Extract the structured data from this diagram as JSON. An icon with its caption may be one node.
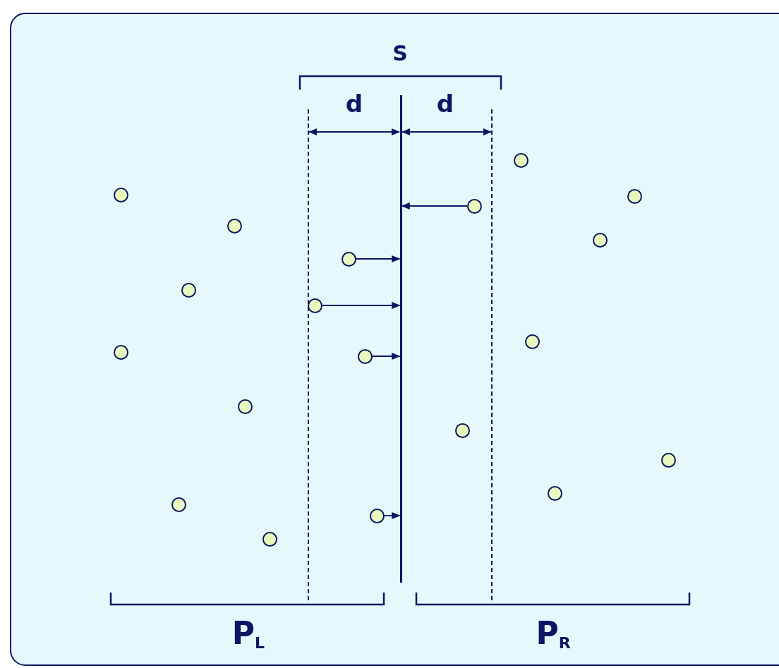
{
  "diagram": {
    "nodes": [
      {
        "text": [],
        "shape": "circle"
      },
      {
        "text": [],
        "shape": "circle"
      },
      {
        "text": [],
        "shape": "circle"
      },
      {
        "text": [],
        "shape": "circle"
      },
      {
        "text": [],
        "shape": "circle"
      },
      {
        "text": [],
        "shape": "circle"
      },
      {
        "text": [],
        "shape": "circle"
      },
      {
        "text": [],
        "shape": "circle"
      },
      {
        "text": [],
        "shape": "circle"
      },
      {
        "text": [],
        "shape": "circle"
      },
      {
        "text": [],
        "shape": "circle"
      },
      {
        "text": [],
        "shape": "circle"
      },
      {
        "text": [],
        "shape": "circle"
      },
      {
        "text": [],
        "shape": "circle"
      },
      {
        "text": [],
        "shape": "circle"
      },
      {
        "text": [],
        "shape": "circle"
      },
      {
        "text": [],
        "shape": "circle"
      },
      {
        "text": [],
        "shape": "circle"
      },
      {
        "text": [],
        "shape": "circle"
      },
      {
        "text": [],
        "shape": "bar"
      }
    ],
    "edges": [
      {
        "from": 3,
        "to": 19,
        "arrow": "to"
      },
      {
        "from": 6,
        "to": 19,
        "arrow": "to"
      },
      {
        "from": 8,
        "to": 19,
        "arrow": "to"
      },
      {
        "from": 11,
        "to": 19,
        "arrow": "to"
      },
      {
        "from": 17,
        "to": 19,
        "arrow": "to"
      }
    ],
    "labels": [
      "S",
      "d",
      "d",
      "P$_{L}$",
      "P$_{R}$"
    ]
  }
}
